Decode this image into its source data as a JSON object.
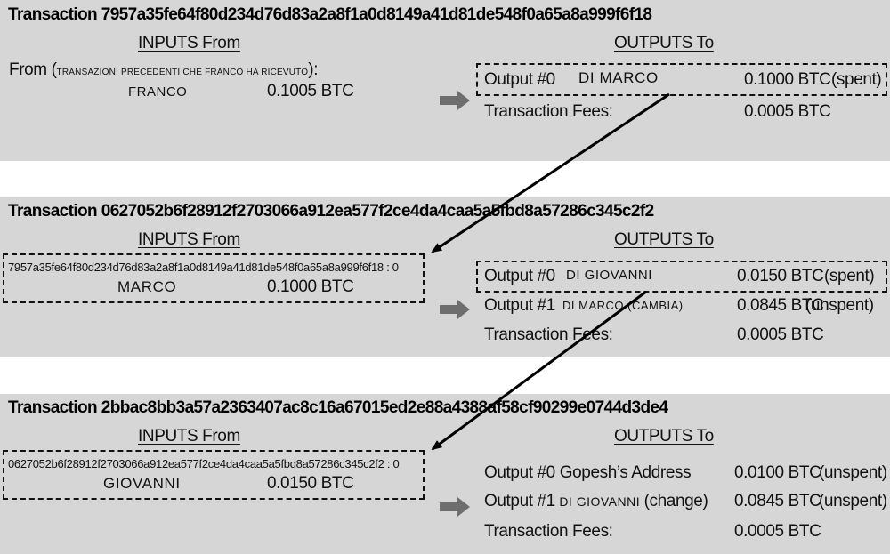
{
  "transactions": [
    {
      "title": "Transaction 7957a35fe64f80d234d76d83a2a8f1a0d8149a41d81de548f0a65a8a999f6f18",
      "inputs_header": "INPUTS From",
      "outputs_header": "OUTPUTS To",
      "from_label": "From (",
      "from_note": "TRANSAZIONI PRECEDENTI CHE FRANCO HA RICEVUTO",
      "from_close": "):",
      "input_name": "FRANCO",
      "input_amount": "0.1005 BTC",
      "outputs": [
        {
          "label": "Output #0",
          "recipient": "DI MARCO",
          "amount": "0.1000 BTC",
          "status": "(spent)"
        }
      ],
      "fees_label": "Transaction Fees:",
      "fees_amount": "0.0005 BTC"
    },
    {
      "title": "Transaction 0627052b6f28912f2703066a912ea577f2ce4da4caa5a5fbd8a57286c345c2f2",
      "inputs_header": "INPUTS From",
      "outputs_header": "OUTPUTS To",
      "input_ref": "7957a35fe64f80d234d76d83a2a8f1a0d8149a41d81de548f0a65a8a999f6f18 : 0",
      "input_name": "MARCO",
      "input_amount": "0.1000 BTC",
      "outputs": [
        {
          "label": "Output #0",
          "recipient": "DI GIOVANNI",
          "amount": "0.0150 BTC",
          "status": "(spent)"
        },
        {
          "label": "Output #1",
          "recipient": "DI MARCO (CAMBIA)",
          "amount": "0.0845 BTC",
          "status": "(unspent)"
        }
      ],
      "fees_label": "Transaction Fees:",
      "fees_amount": "0.0005 BTC"
    },
    {
      "title": "Transaction 2bbac8bb3a57a2363407ac8c16a67015ed2e88a4388af58cf90299e0744d3de4",
      "inputs_header": "INPUTS From",
      "outputs_header": "OUTPUTS To",
      "input_ref": "0627052b6f28912f2703066a912ea577f2ce4da4caa5a5fbd8a57286c345c2f2 : 0",
      "input_name": "GIOVANNI",
      "input_amount": "0.0150 BTC",
      "outputs": [
        {
          "label": "Output #0 Gopesh’s Address",
          "amount": "0.0100 BTC",
          "status": "(unspent)"
        },
        {
          "label": "Output #1",
          "recipient": "DI GIOVANNI",
          "suffix": "(change)",
          "amount": "0.0845 BTC",
          "status": "(unspent)"
        }
      ],
      "fees_label": "Transaction Fees:",
      "fees_amount": "0.0005 BTC"
    }
  ],
  "colors": {
    "band": "#d6d6d6",
    "arrow": "#6e6e6e",
    "line": "#000000"
  }
}
